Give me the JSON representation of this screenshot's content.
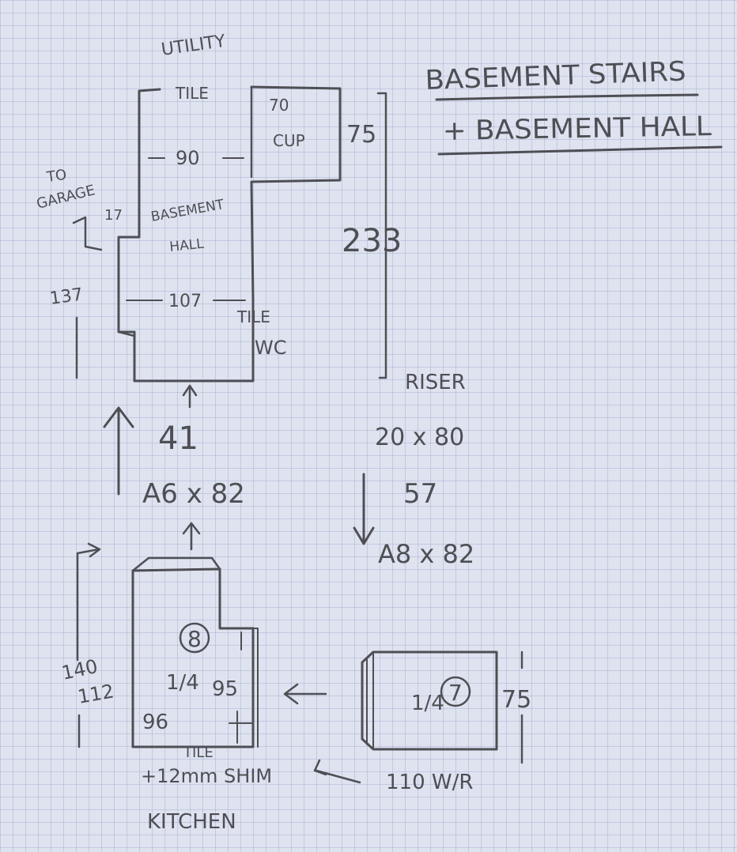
{
  "title": {
    "line1": "BASEMENT STAIRS",
    "line2": "+ BASEMENT HALL"
  },
  "hall_sketch": {
    "utility_label": "UTILITY",
    "tile_top": "TILE",
    "cupboard_width": "70",
    "cupboard_label": "CUP",
    "cupboard_depth": "75",
    "hall_width_top": "90",
    "garage_label": [
      "TO",
      "GARAGE"
    ],
    "step_17": "17",
    "hall_label": [
      "BASEMENT",
      "HALL"
    ],
    "overall_length": "233",
    "hall_width_bottom": "107",
    "tile_bottom": "TILE",
    "wc_label": "WC",
    "side_137": "137",
    "gap_41": "41",
    "riser_label": "RISER"
  },
  "stairs_notes": {
    "up_size": "A6 x 82",
    "riser_size": "20 x 80",
    "riser_gap": "57",
    "down_size": "A8 x 82"
  },
  "bottom_sketch": {
    "room8": {
      "number": "8",
      "fraction": "1/4",
      "side_140": "140",
      "side_112": "112",
      "right_95": "95",
      "bottom_96": "96",
      "tile": "TILE",
      "note": "+12mm SHIM",
      "kitchen": "KITCHEN"
    },
    "room7": {
      "number": "7",
      "fraction": "1/4",
      "side_75": "75",
      "width_110": "110 W/R"
    }
  }
}
